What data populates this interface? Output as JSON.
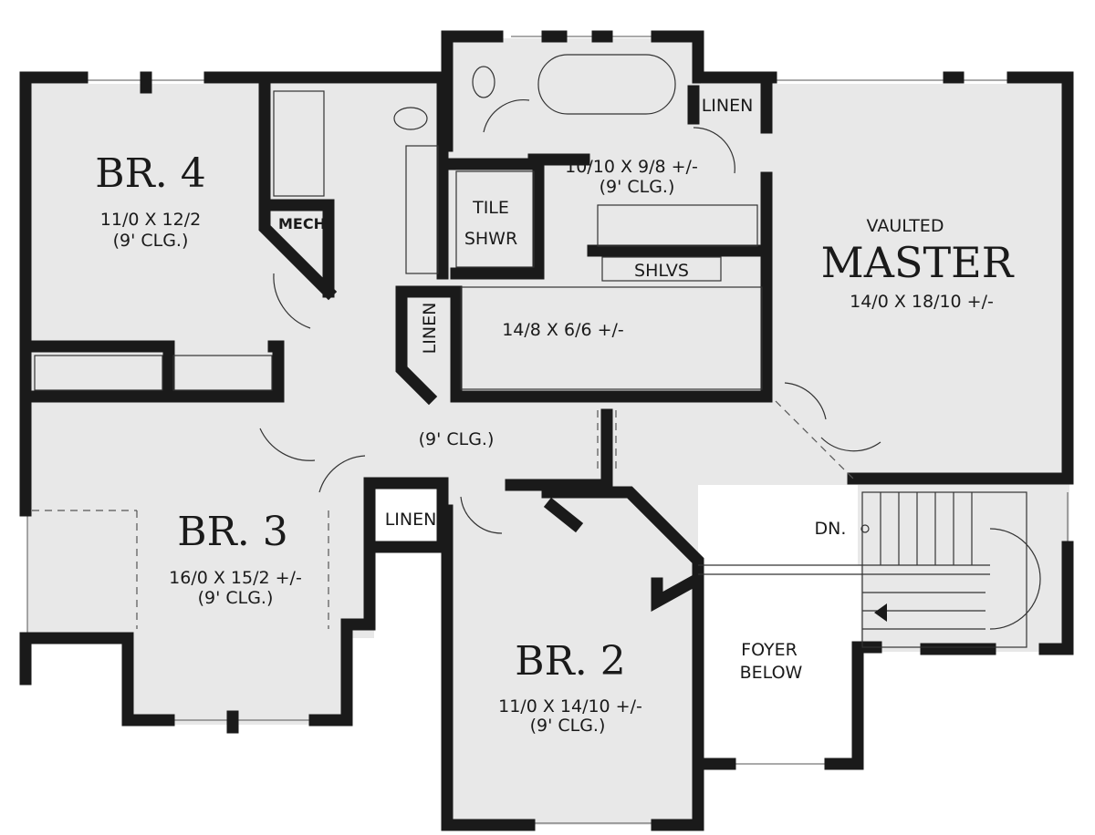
{
  "rooms": {
    "br4": {
      "name": "BR. 4",
      "size": "11/0 X 12/2",
      "ceiling": "(9' CLG.)"
    },
    "mech": {
      "name": "MECH"
    },
    "tile_shower": {
      "line1": "TILE",
      "line2": "SHWR"
    },
    "master_bath": {
      "size": "10/10 X 9/8 +/-",
      "ceiling": "(9' CLG.)"
    },
    "linen_master": {
      "name": "LINEN"
    },
    "shelves": {
      "name": "SHLVS"
    },
    "master": {
      "note": "VAULTED",
      "name": "MASTER",
      "size": "14/0 X 18/10 +/-"
    },
    "closet": {
      "size": "14/8 X 6/6 +/-"
    },
    "linen_hall": {
      "name": "LINEN"
    },
    "hall": {
      "ceiling": "(9' CLG.)"
    },
    "linen_lower": {
      "name": "LINEN"
    },
    "br3": {
      "name": "BR. 3",
      "size": "16/0 X 15/2 +/-",
      "ceiling": "(9' CLG.)"
    },
    "stairs": {
      "label": "DN."
    },
    "foyer": {
      "line1": "FOYER",
      "line2": "BELOW"
    },
    "br2": {
      "name": "BR. 2",
      "size": "11/0 X 14/10 +/-",
      "ceiling": "(9' CLG.)"
    }
  },
  "colors": {
    "floor": "#e8e8e8",
    "wall": "#1a1a1a",
    "background": "#ffffff"
  }
}
